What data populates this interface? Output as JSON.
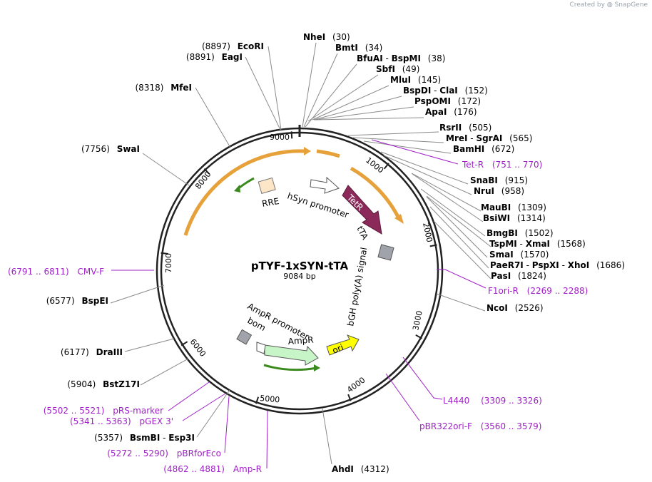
{
  "credit": {
    "prefix": "Created by",
    "brand": "SnapGene"
  },
  "plasmid": {
    "name": "pTYF-1xSYN-tTA",
    "length_label": "9084 bp",
    "length": 9084
  },
  "ticks": [
    "1000",
    "2000",
    "3000",
    "4000",
    "5000",
    "6000",
    "7000",
    "8000",
    "9000"
  ],
  "features": [
    {
      "label": "RRE",
      "color": "#fde5c7"
    },
    {
      "label": "hSyn promoter",
      "color": "#ffffff"
    },
    {
      "label": "TetR",
      "color": "#8b2a5a"
    },
    {
      "label": "tTA",
      "color": "#8b2a5a"
    },
    {
      "label": "bGH poly(A) signal",
      "color": "#a0a4aa"
    },
    {
      "label": "ori",
      "color": "#ffff00"
    },
    {
      "label": "AmpR",
      "color": "#c8f5c8"
    },
    {
      "label": "AmpR promoter",
      "color": "#ffffff"
    },
    {
      "label": "bom",
      "color": "#a0a4aa"
    }
  ],
  "sites_right": [
    {
      "name": "NheI",
      "pos": "(30)"
    },
    {
      "name": "BmtI",
      "pos": "(34)"
    },
    {
      "name": "BfuAI",
      "name2": "BspMI",
      "pos": "(38)"
    },
    {
      "name": "SbfI",
      "pos": "(49)"
    },
    {
      "name": "MluI",
      "pos": "(145)"
    },
    {
      "name": "BspDI",
      "name2": "ClaI",
      "pos": "(152)"
    },
    {
      "name": "PspOMI",
      "pos": "(172)"
    },
    {
      "name": "ApaI",
      "pos": "(176)"
    },
    {
      "name": "RsrII",
      "pos": "(505)"
    },
    {
      "name": "MreI",
      "name2": "SgrAI",
      "pos": "(565)"
    },
    {
      "name": "BamHI",
      "pos": "(672)"
    },
    {
      "name": "SnaBI",
      "pos": "(915)"
    },
    {
      "name": "NruI",
      "pos": "(958)"
    },
    {
      "name": "MauBI",
      "pos": "(1309)"
    },
    {
      "name": "BsiWI",
      "pos": "(1314)"
    },
    {
      "name": "BmgBI",
      "pos": "(1502)"
    },
    {
      "name": "TspMI",
      "name2": "XmaI",
      "pos": "(1568)"
    },
    {
      "name": "SmaI",
      "pos": "(1570)"
    },
    {
      "name": "PaeR7I",
      "name2": "PspXI",
      "name3": "XhoI",
      "pos": "(1686)"
    },
    {
      "name": "PasI",
      "pos": "(1824)"
    },
    {
      "name": "NcoI",
      "pos": "(2526)"
    },
    {
      "name": "AhdI",
      "pos": "(4312)"
    }
  ],
  "sites_left": [
    {
      "name": "EcoRI",
      "pos": "(8897)"
    },
    {
      "name": "EagI",
      "pos": "(8891)"
    },
    {
      "name": "MfeI",
      "pos": "(8318)"
    },
    {
      "name": "SwaI",
      "pos": "(7756)"
    },
    {
      "name": "BspEI",
      "pos": "(6577)"
    },
    {
      "name": "DraIII",
      "pos": "(6177)"
    },
    {
      "name": "BstZ17I",
      "pos": "(5904)"
    },
    {
      "name": "BsmBI",
      "name2": "Esp3I",
      "pos": "(5357)"
    }
  ],
  "primers": [
    {
      "name": "Tet-R",
      "range": "(751 .. 770)"
    },
    {
      "name": "F1ori-R",
      "range": "(2269 .. 2288)"
    },
    {
      "name": "L4440",
      "range": "(3309 .. 3326)"
    },
    {
      "name": "pBR322ori-F",
      "range": "(3560 .. 3579)"
    },
    {
      "name": "CMV-F",
      "range": "(6791 .. 6811)"
    },
    {
      "name": "pRS-marker",
      "range": "(5502 .. 5521)"
    },
    {
      "name": "pGEX 3'",
      "range": "(5341 .. 5363)"
    },
    {
      "name": "pBRforEco",
      "range": "(5272 .. 5290)"
    },
    {
      "name": "Amp-R",
      "range": "(4862 .. 4881)"
    }
  ],
  "colors": {
    "primer": "#a020c8",
    "backbone": "#222222",
    "orange_arc": "#f2a93b",
    "green_arc": "#3a8a1e"
  }
}
